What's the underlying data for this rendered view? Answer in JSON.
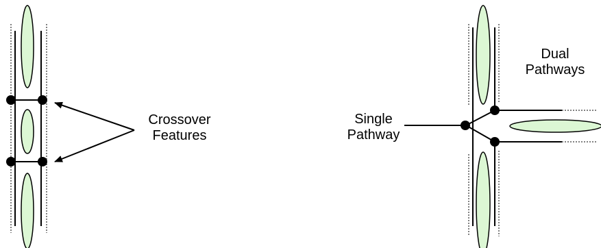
{
  "colors": {
    "ellipse_fill": "#dcf7d4",
    "stroke": "#000000",
    "background": "#ffffff"
  },
  "labels": {
    "crossover": [
      "Crossover",
      "Features"
    ],
    "single": [
      "Single",
      "Pathway"
    ],
    "dual": [
      "Dual",
      "Pathways"
    ]
  }
}
